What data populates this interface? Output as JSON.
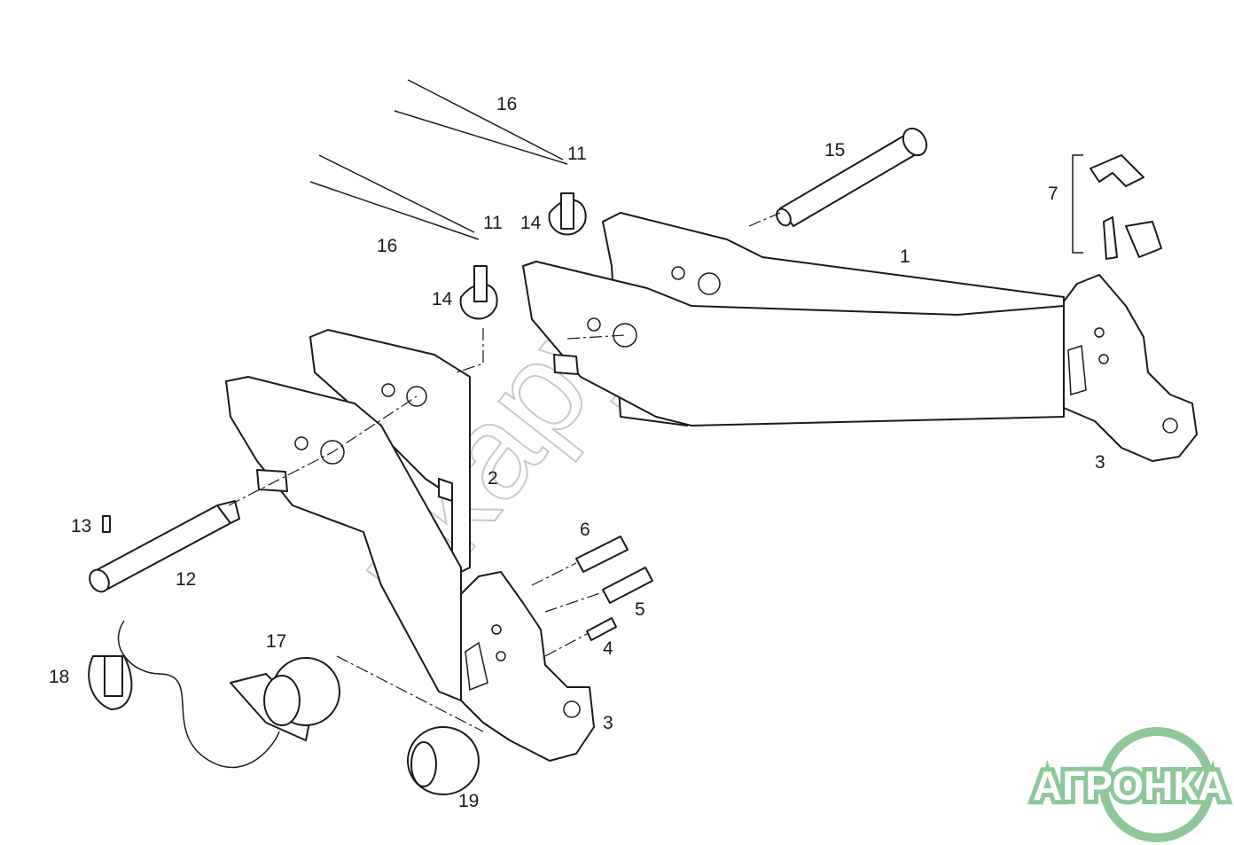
{
  "diagram": {
    "callouts": {
      "c1": "1",
      "c2": "2",
      "c3a": "3",
      "c3b": "3",
      "c4": "4",
      "c5": "5",
      "c6": "6",
      "c7": "7",
      "c11a": "11",
      "c11b": "11",
      "c12": "12",
      "c13": "13",
      "c14a": "14",
      "c14b": "14",
      "c15": "15",
      "c16a": "16",
      "c16b": "16",
      "c17": "17",
      "c18": "18",
      "c19": "19"
    },
    "watermark": "nkapy",
    "logo": {
      "text": "АГРОНКА",
      "color": "#8fc79a"
    }
  }
}
